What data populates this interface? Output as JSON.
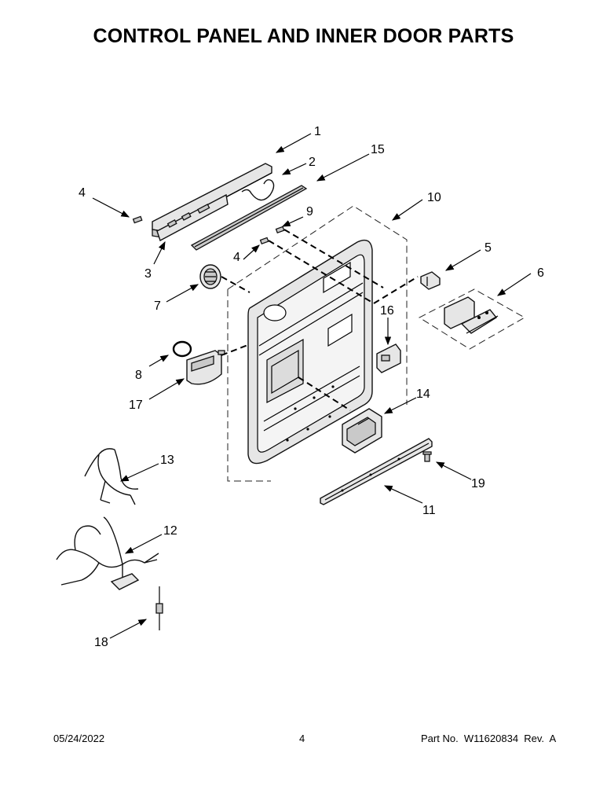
{
  "title": "CONTROL PANEL AND INNER DOOR PARTS",
  "footer": {
    "date": "05/24/2022",
    "page": "4",
    "part_number": "Part No.  W11620834  Rev.  A"
  },
  "callouts": {
    "c1": "1",
    "c2": "2",
    "c3": "3",
    "c4a": "4",
    "c4b": "4",
    "c5": "5",
    "c6": "6",
    "c7": "7",
    "c8": "8",
    "c9": "9",
    "c10": "10",
    "c11": "11",
    "c12": "12",
    "c13": "13",
    "c14": "14",
    "c15": "15",
    "c16": "16",
    "c17": "17",
    "c18": "18",
    "c19": "19"
  }
}
